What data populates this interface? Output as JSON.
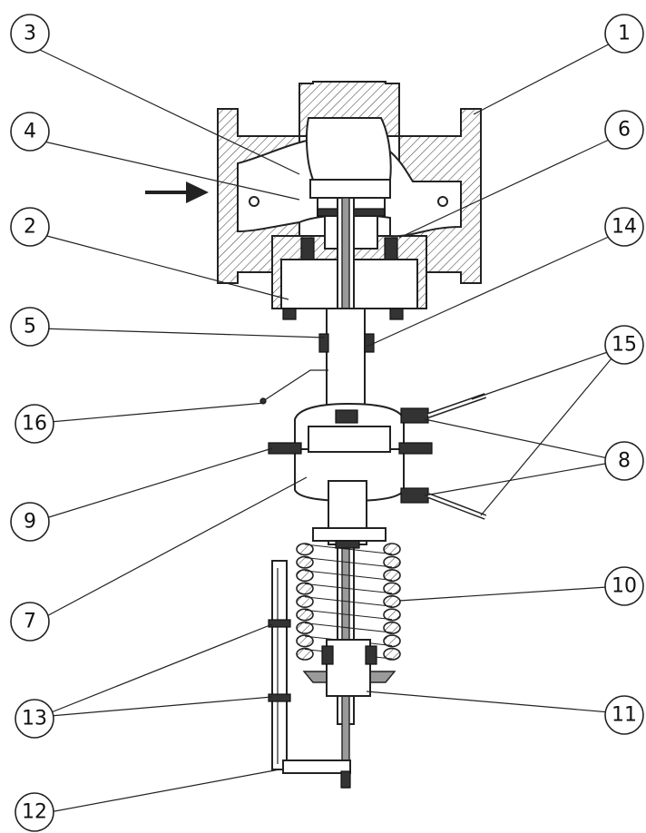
{
  "callouts": [
    {
      "id": "c1",
      "label": "1"
    },
    {
      "id": "c2",
      "label": "2"
    },
    {
      "id": "c3",
      "label": "3"
    },
    {
      "id": "c4",
      "label": "4"
    },
    {
      "id": "c5",
      "label": "5"
    },
    {
      "id": "c6",
      "label": "6"
    },
    {
      "id": "c7",
      "label": "7"
    },
    {
      "id": "c8",
      "label": "8"
    },
    {
      "id": "c9",
      "label": "9"
    },
    {
      "id": "c10",
      "label": "10"
    },
    {
      "id": "c11",
      "label": "11"
    },
    {
      "id": "c12",
      "label": "12"
    },
    {
      "id": "c13",
      "label": "13"
    },
    {
      "id": "c14",
      "label": "14"
    },
    {
      "id": "c15",
      "label": "15"
    },
    {
      "id": "c16",
      "label": "16"
    }
  ],
  "colors": {
    "line": "#222222",
    "hatch": "#444444",
    "background": "#ffffff"
  },
  "icons": {
    "flow": "flow-direction-arrow-icon"
  }
}
